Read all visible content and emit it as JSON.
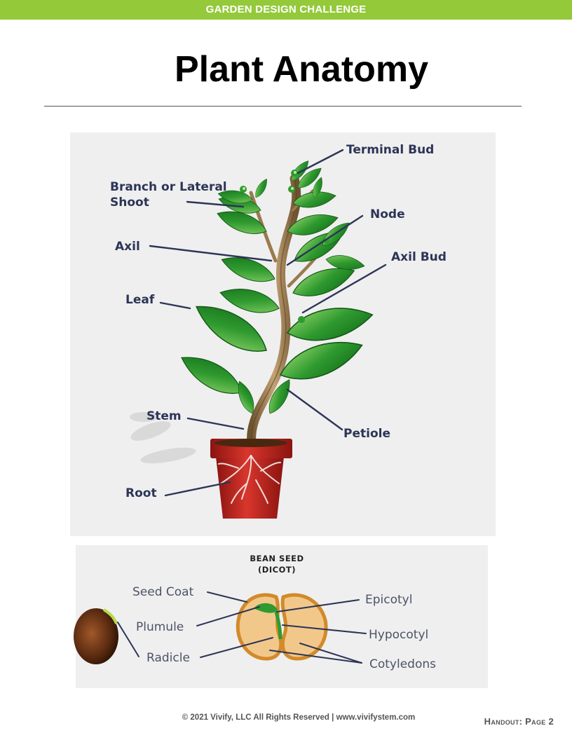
{
  "header": {
    "banner": "GARDEN DESIGN CHALLENGE",
    "title": "Plant Anatomy"
  },
  "plant_diagram": {
    "labels": {
      "terminal_bud": "Terminal Bud",
      "branch_line1": "Branch or Lateral",
      "branch_line2": "Shoot",
      "node": "Node",
      "axil": "Axil",
      "axil_bud": "Axil Bud",
      "leaf": "Leaf",
      "stem": "Stem",
      "petiole": "Petiole",
      "root": "Root"
    }
  },
  "seed_diagram": {
    "title_line1": "BEAN SEED",
    "title_line2": "(DICOT)",
    "labels": {
      "seed_coat": "Seed Coat",
      "plumule": "Plumule",
      "radicle": "Radicle",
      "epicotyl": "Epicotyl",
      "hypocotyl": "Hypocotyl",
      "cotyledons": "Cotyledons"
    }
  },
  "footer": {
    "copyright": "© 2021 Vivify, LLC All Rights Reserved | www.vivifystem.com",
    "handout": "Handout: Page 2"
  },
  "colors": {
    "banner": "#94c93a",
    "label_text": "#2c3557",
    "leader_line": "#2c3557",
    "leaf_green": "#2f9a2f",
    "pot_red": "#c2261f",
    "stem_brown": "#9a7a4e",
    "seed_tan": "#f2c88a"
  },
  "icons": [
    "plant-illustration",
    "flower-pot",
    "bean-seed-halves",
    "whole-bean-seed"
  ]
}
